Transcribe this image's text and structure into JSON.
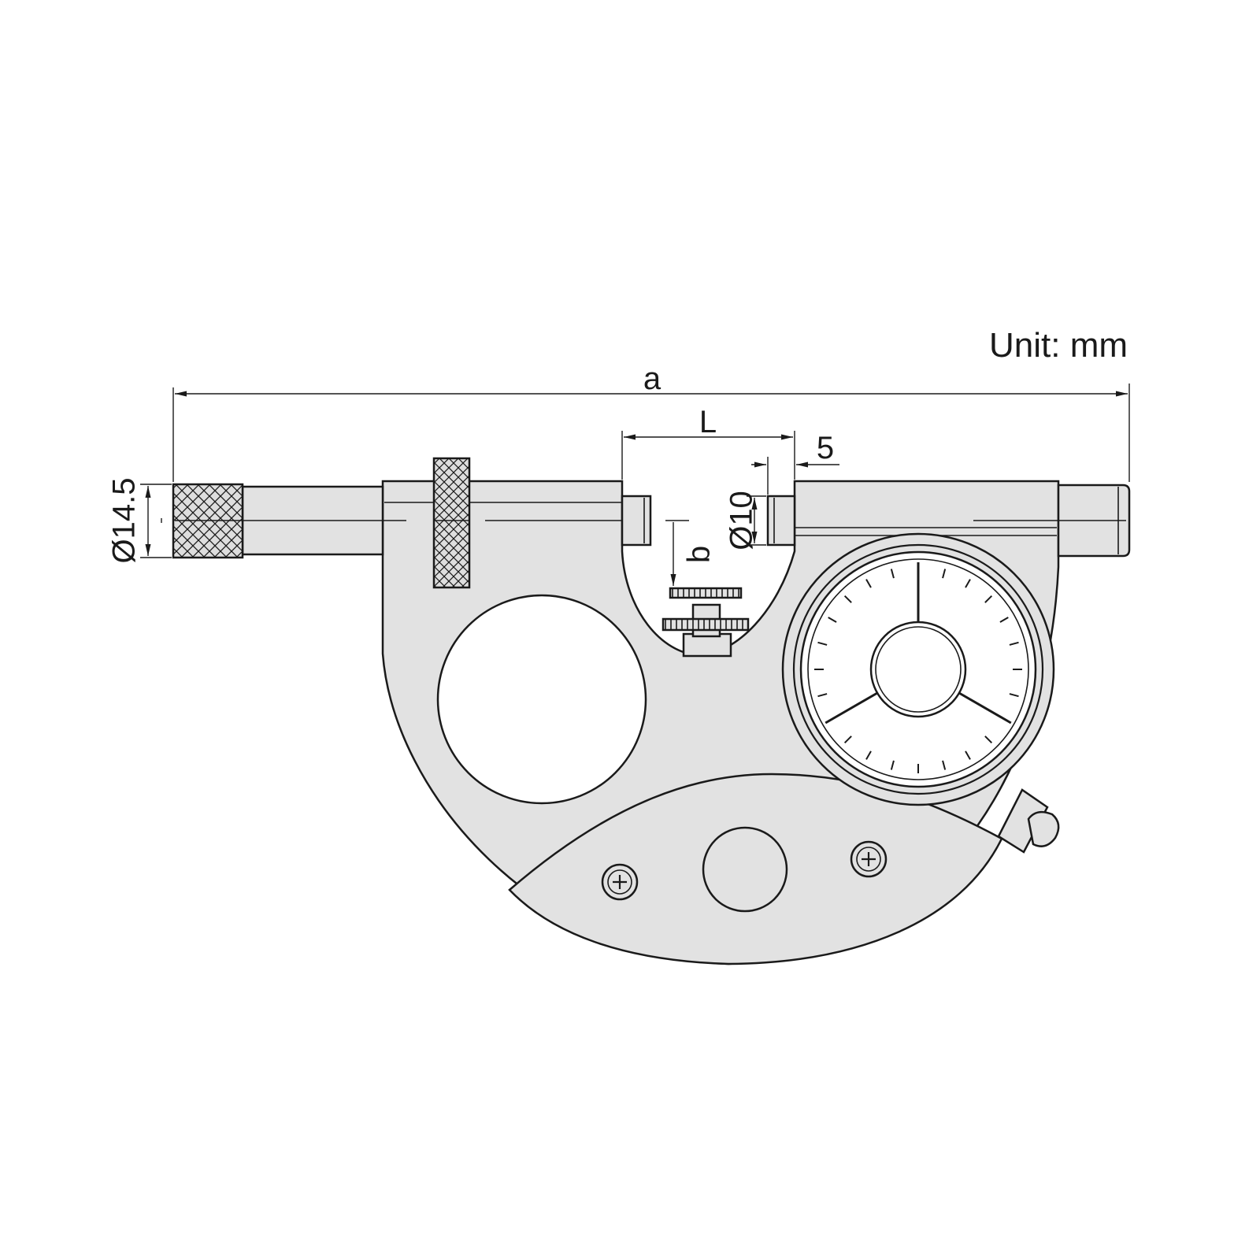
{
  "unit": "Unit: mm",
  "dimensions": {
    "overall_length": "a",
    "jaw_gap": "L",
    "anvil_width": "5",
    "anvil_diameter": "Ø10",
    "jaw_depth": "b",
    "thimble_diameter": "Ø14.5"
  },
  "dial": {
    "tick_count": 24,
    "pointer_count": 3
  }
}
